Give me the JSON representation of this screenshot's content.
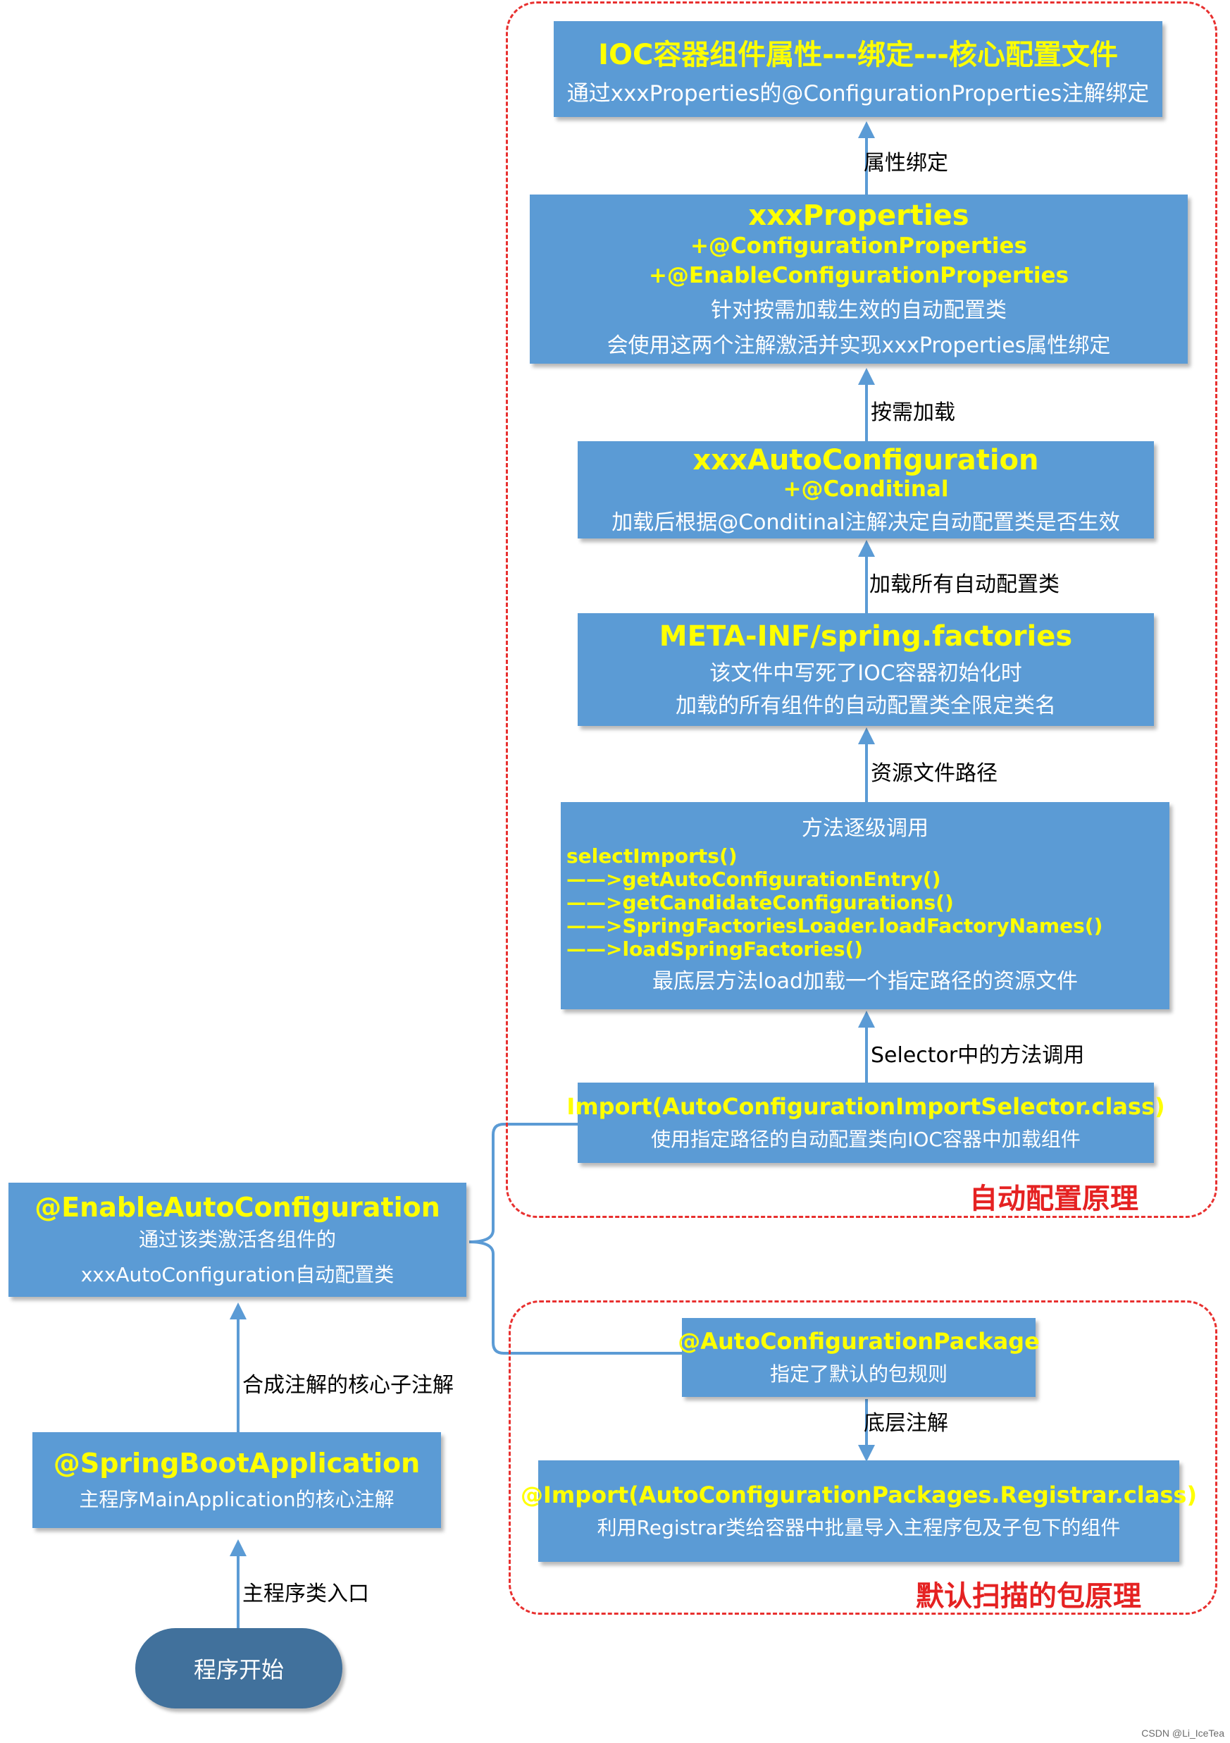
{
  "regions": {
    "auto_config": {
      "label": "自动配置原理"
    },
    "package_scan": {
      "label": "默认扫描的包原理"
    }
  },
  "nodes": {
    "ioc": {
      "title": "IOC容器组件属性---绑定---核心配置文件",
      "desc": "通过xxxProperties的@ConfigurationProperties注解绑定"
    },
    "properties": {
      "title": "xxxProperties",
      "line2": "+@ConfigurationProperties",
      "line3": "+@EnableConfigurationProperties",
      "desc1": "针对按需加载生效的自动配置类",
      "desc2": "会使用这两个注解激活并实现xxxProperties属性绑定"
    },
    "autoconfiguration": {
      "title": "xxxAutoConfiguration",
      "line2": "+@Conditinal",
      "desc": "加载后根据@Conditinal注解决定自动配置类是否生效"
    },
    "factories": {
      "title": "META-INF/spring.factories",
      "desc1": "该文件中写死了IOC容器初始化时",
      "desc2": "加载的所有组件的自动配置类全限定类名"
    },
    "method_chain": {
      "heading": "方法逐级调用",
      "calls": [
        "selectImports()",
        "——>getAutoConfigurationEntry()",
        "——>getCandidateConfigurations()",
        "——>SpringFactoriesLoader.loadFactoryNames()",
        "——>loadSpringFactories()"
      ],
      "desc": "最底层方法load加载一个指定路径的资源文件"
    },
    "import_selector": {
      "title": "Import(AutoConfigurationImportSelector.class)",
      "desc": "使用指定路径的自动配置类向IOC容器中加载组件"
    },
    "enable_auto": {
      "title": "@EnableAutoConfiguration",
      "desc1": "通过该类激活各组件的",
      "desc2": "xxxAutoConfiguration自动配置类"
    },
    "auto_package": {
      "title": "@AutoConfigurationPackage",
      "desc": "指定了默认的包规则"
    },
    "registrar": {
      "title": "@Import(AutoConfigurationPackages.Registrar.class)",
      "desc": "利用Registrar类给容器中批量导入主程序包及子包下的组件"
    },
    "springboot_app": {
      "title": "@SpringBootApplication",
      "desc": "主程序MainApplication的核心注解"
    },
    "start": {
      "label": "程序开始"
    }
  },
  "edges": {
    "binding": "属性绑定",
    "on_demand": "按需加载",
    "load_all": "加载所有自动配置类",
    "resource_path": "资源文件路径",
    "selector_call": "Selector中的方法调用",
    "core_sub_annotation": "合成注解的核心子注解",
    "underlying": "底层注解",
    "main_entry": "主程序类入口"
  },
  "footer": "CSDN @Li_IceTea",
  "colors": {
    "box_fill": "#5b9bd5",
    "title_text": "#ffff00",
    "body_text": "#ffffff",
    "region_border": "#e8302f",
    "region_label": "#e52222",
    "start_fill": "#41719c"
  }
}
